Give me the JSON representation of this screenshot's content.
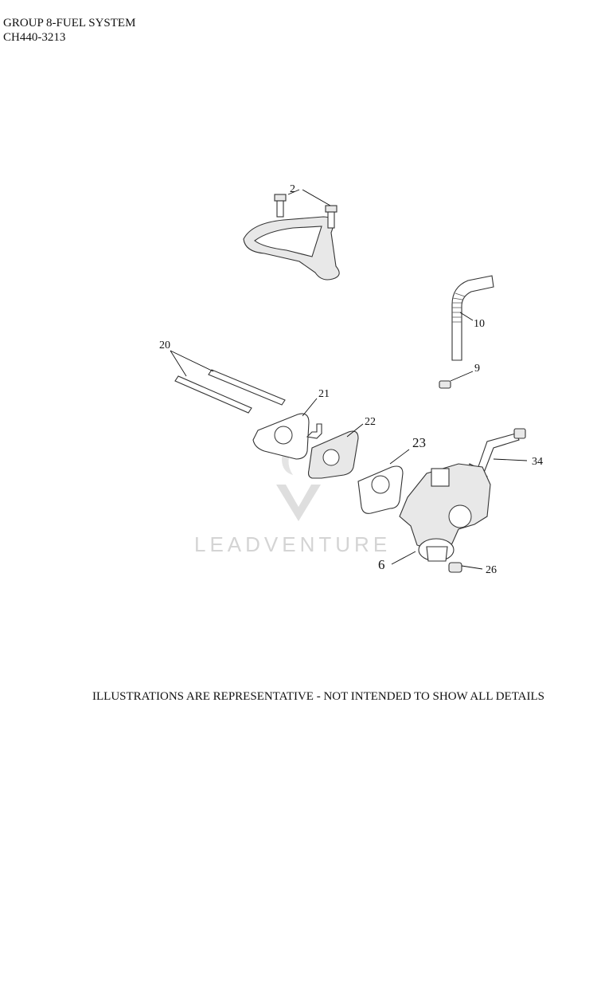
{
  "header": {
    "title": "GROUP 8-FUEL SYSTEM",
    "model": "CH440-3213"
  },
  "watermark": {
    "text": "LEADVENTURE"
  },
  "callouts": {
    "c2": "2",
    "c10": "10",
    "c9": "9",
    "c20": "20",
    "c21": "21",
    "c22": "22",
    "c23": "23",
    "c34": "34",
    "c6": "6",
    "c26": "26"
  },
  "footer": {
    "note": "ILLUSTRATIONS ARE REPRESENTATIVE - NOT INTENDED TO SHOW ALL DETAILS"
  }
}
